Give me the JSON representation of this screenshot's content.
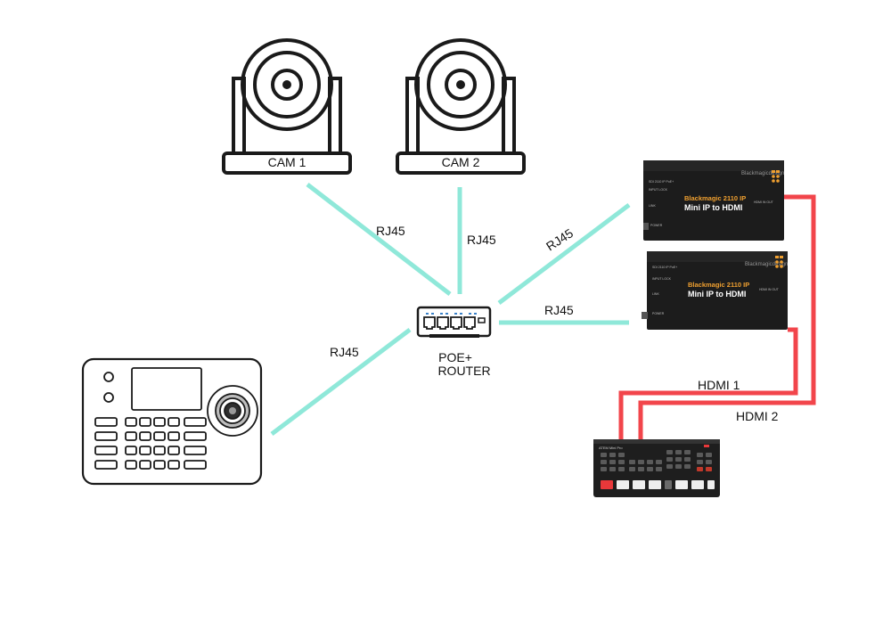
{
  "colors": {
    "network_cable": "#8fe8d9",
    "hdmi_cable": "#f2454b",
    "device_outline": "#1a1a1a",
    "converter_body": "#1c1c1c",
    "converter_accent": "#f0a030",
    "atem_red": "#e8383a"
  },
  "cameras": [
    {
      "label": "CAM 1"
    },
    {
      "label": "CAM 2"
    }
  ],
  "router": {
    "line1": "POE+",
    "line2": "ROUTER"
  },
  "cables": {
    "rj45_cam1": "RJ45",
    "rj45_cam2": "RJ45",
    "rj45_converter1": "RJ45",
    "rj45_converter2": "RJ45",
    "rj45_controller": "RJ45",
    "hdmi1": "HDMI 1",
    "hdmi2": "HDMI 2"
  },
  "converters": [
    {
      "brand": "Blackmagicdesign",
      "model_line": "Blackmagic 2110 IP",
      "product": "Mini IP to HDMI"
    },
    {
      "brand": "Blackmagicdesign",
      "model_line": "Blackmagic 2110 IP",
      "product": "Mini IP to HDMI"
    }
  ],
  "icons": {
    "controller": "ptz-joystick-controller-icon",
    "router": "network-switch-icon",
    "camera": "ptz-camera-icon",
    "switcher": "video-switcher-icon"
  }
}
